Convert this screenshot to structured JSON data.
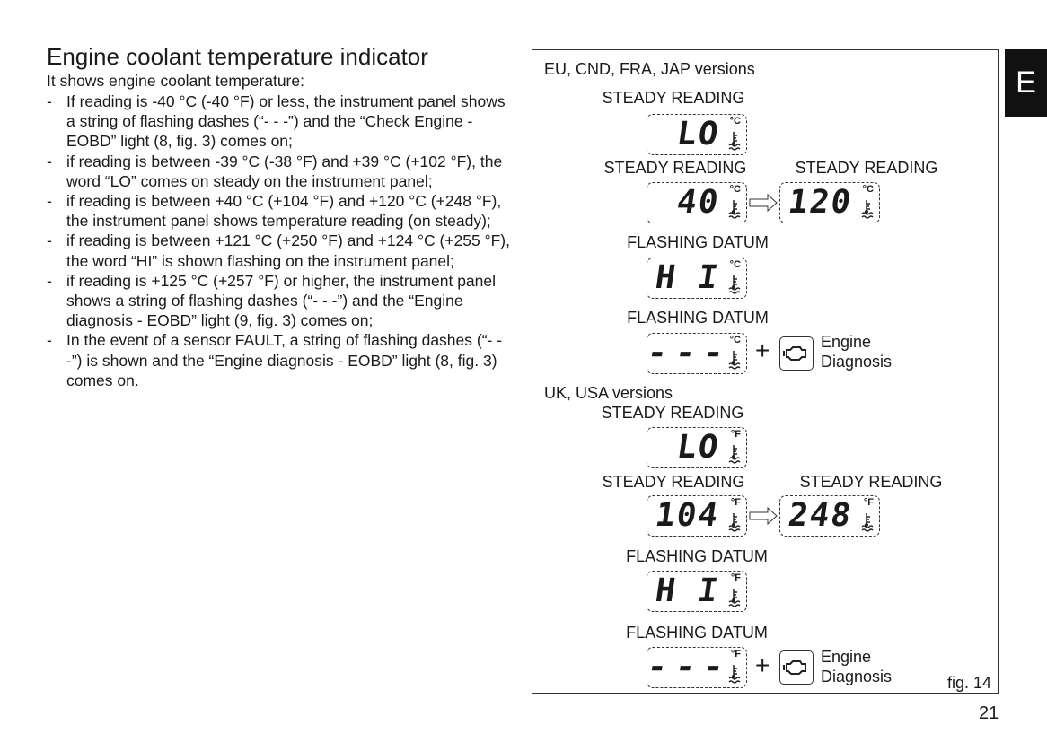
{
  "section_tab": "E",
  "title": "Engine coolant temperature indicator",
  "intro": "It shows engine coolant temperature:",
  "bullets": [
    "If reading is -40 °C (-40 °F) or less, the instrument panel shows a string of flashing dashes (“- - -”) and the “Check Engine - EOBD” light (8, fig. 3) comes on;",
    "if reading is between -39 °C (-38 °F) and +39 °C (+102 °F), the word “LO” comes on steady on the instrument panel;",
    "if reading is between +40 °C (+104 °F) and +120 °C (+248 °F), the instrument panel shows temperature reading (on steady);",
    "if reading is between +121 °C (+250 °F) and +124 °C (+255 °F), the word “HI” is shown flashing on the instrument panel;",
    "if reading is +125 °C (+257 °F) or higher, the instrument panel shows a string of flashing dashes (“- - -”) and the “Engine diagnosis - EOBD” light (9, fig. 3) comes on;",
    "In the event of a sensor FAULT, a string of flashing dashes (“- - -”) is shown and the “Engine diagnosis - EOBD” light (8, fig. 3) comes on."
  ],
  "figure": {
    "eu": {
      "heading": "EU, CND, FRA, JAP versions",
      "unit": "°C",
      "labels": [
        "STEADY READING",
        "STEADY READING",
        "STEADY READING",
        "FLASHING DATUM",
        "FLASHING DATUM"
      ],
      "values": [
        "LO",
        "40",
        "120",
        "H I",
        "- - -"
      ]
    },
    "uk": {
      "heading": "UK, USA versions",
      "unit": "°F",
      "labels": [
        "STEADY READING",
        "STEADY READING",
        "STEADY READING",
        "FLASHING DATUM",
        "FLASHING DATUM"
      ],
      "values": [
        "LO",
        "104",
        "248",
        "H I",
        "- - -"
      ]
    },
    "plus": "+",
    "engine_1": "Engine",
    "engine_2": "Diagnosis",
    "caption": "fig. 14"
  },
  "page_number": "21"
}
